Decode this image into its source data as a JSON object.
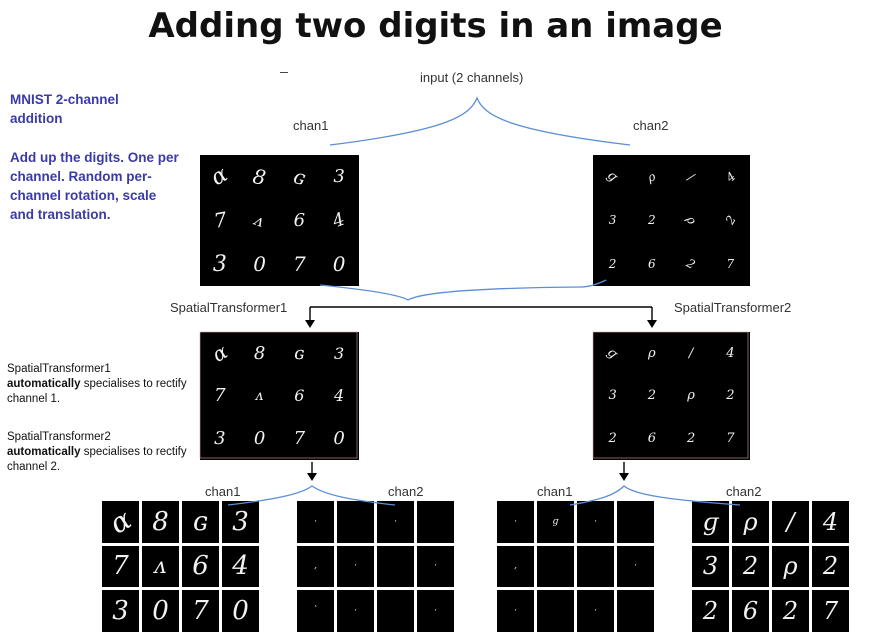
{
  "title": "Adding two digits in an image",
  "input_label": "input (2 channels)",
  "top_chan1": "chan1",
  "top_chan2": "chan2",
  "blue_heading": "MNIST 2-channel addition",
  "blue_description": "Add up the digits. One per channel. Random per-channel rotation, scale and translation.",
  "st1_label": "SpatialTransformer1",
  "st2_label": "SpatialTransformer2",
  "st1_note": {
    "name": "SpatialTransformer1",
    "bold": "automatically",
    "rest": "specialises to rectify channel 1."
  },
  "st2_note": {
    "name": "SpatialTransformer2",
    "bold": "automatically",
    "rest": "specialises to rectify channel 2."
  },
  "bottom_left_chan1": "chan1",
  "bottom_left_chan2": "chan2",
  "bottom_right_chan1": "chan1",
  "bottom_right_chan2": "chan2",
  "colors": {
    "title": "#111111",
    "blue_text": "#3a3aa8",
    "brace": "#5b8fd6",
    "arrow": "#000000"
  }
}
